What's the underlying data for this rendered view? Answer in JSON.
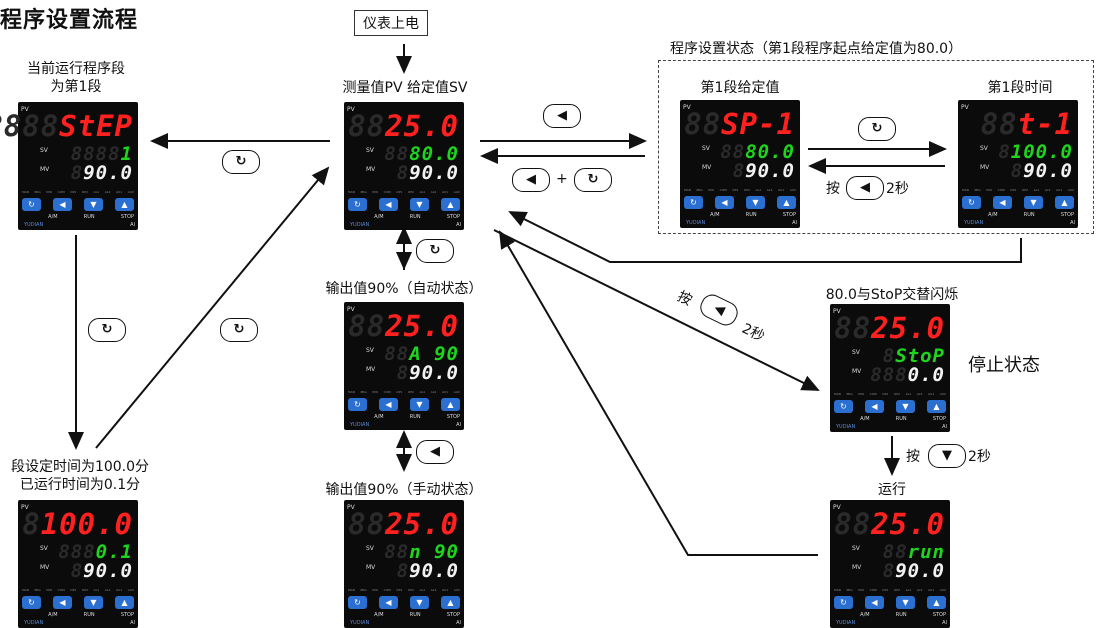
{
  "title": "程序设置流程",
  "power_on": "仪表上电",
  "captions": {
    "current_step_line1": "当前运行程序段",
    "current_step_line2": "为第1段",
    "pv_sv": "测量值PV  给定值SV",
    "program_state": "程序设置状态（第1段程序起点给定值为80.0）",
    "seg1_sv": "第1段给定值",
    "seg1_time": "第1段时间",
    "output_auto": "输出值90%（自动状态）",
    "output_manual": "输出值90%（手动状态）",
    "seg_time_line1": "段设定时间为100.0分",
    "seg_time_line2": "已运行时间为0.1分",
    "alt_flash": "80.0与StoP交替闪烁",
    "stop_state": "停止状态",
    "run": "运行"
  },
  "key_labels": {
    "press": "按",
    "two_sec": "2秒",
    "plus": "+"
  },
  "icons": {
    "set_key": "↻",
    "left_key": "◀",
    "down_key": "▼"
  },
  "units": {
    "step": {
      "r1": "StEP",
      "r1g": "8888",
      "r2": "1",
      "r2g": "8888",
      "r3": "90.0",
      "r3g": "8"
    },
    "main": {
      "r1": "25.0",
      "r1g": "88",
      "r2": "80.0",
      "r2g": "88",
      "r3": "90.0",
      "r3g": "8"
    },
    "sp": {
      "r1": "SP-1",
      "r1g": "88",
      "r2": "80.0",
      "r2g": "88",
      "r3": "90.0",
      "r3g": "8"
    },
    "time": {
      "r1": "t-1",
      "r1g": "88",
      "r2": "100.0",
      "r2g": "8",
      "r3": "90.0",
      "r3g": "8"
    },
    "seg": {
      "r1": "100.0",
      "r1g": "8",
      "r2": "0.1",
      "r2g": "888",
      "r3": "90.0",
      "r3g": "8"
    },
    "auto": {
      "r1": "25.0",
      "r1g": "88",
      "r2": "A 90",
      "r2g": "88",
      "r3": "90.0",
      "r3g": "8"
    },
    "manual": {
      "r1": "25.0",
      "r1g": "88",
      "r2": "n 90",
      "r2g": "88",
      "r3": "90.0",
      "r3g": "8"
    },
    "stop": {
      "r1": "25.0",
      "r1g": "88",
      "r2": "StoP",
      "r2g": "8",
      "r3": "0.0",
      "r3g": "888"
    },
    "running": {
      "r1": "25.0",
      "r1g": "88",
      "r2": "run",
      "r2g": "88",
      "r3": "90.0",
      "r3g": "8"
    }
  },
  "panel": {
    "pv": "PV",
    "sv": "SV",
    "mv": "MV",
    "led_labels": [
      "MAN",
      "PRG",
      "MIO",
      "COM",
      "OP1",
      "OP2",
      "AL1",
      "AL2",
      "AU1",
      "AU2"
    ],
    "btn_labels": [
      "A/M",
      "RUN",
      "STOP"
    ],
    "brand": "YUDIAN",
    "model": "AI"
  },
  "colors": {
    "pv": "#ff2020",
    "sv": "#1ed41e",
    "mv": "#f2f2f2",
    "button": "#2b6fd0"
  }
}
